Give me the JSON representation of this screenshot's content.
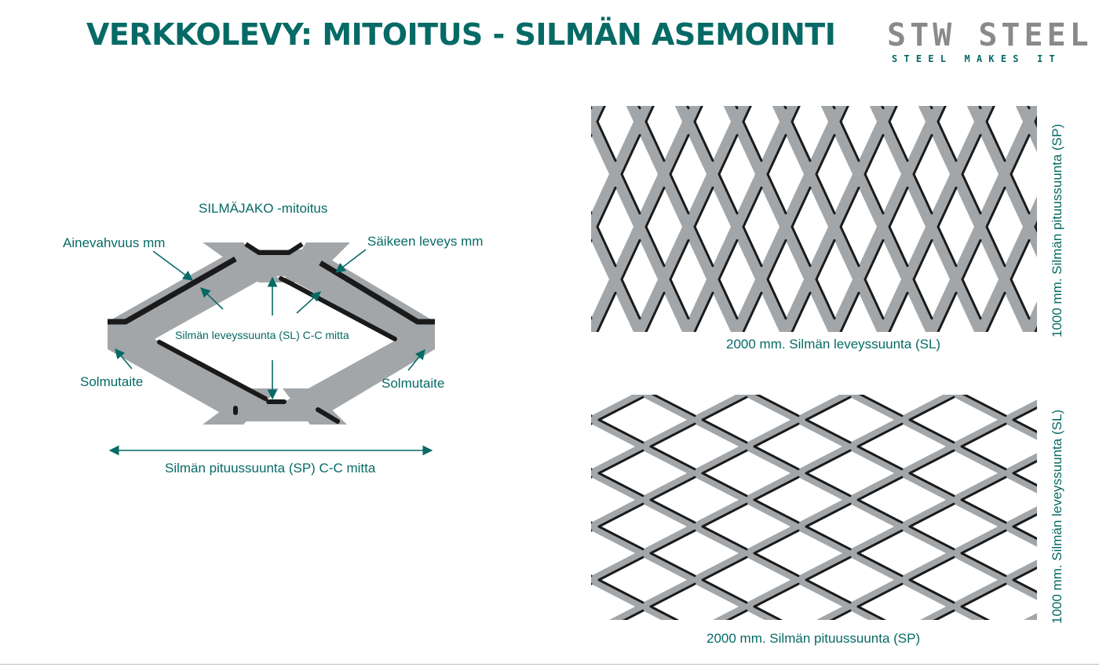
{
  "header": {
    "title": "VERKKOLEVY: MITOITUS - SILMÄN ASEMOINTI",
    "logo_main": "STW STEEL",
    "logo_sub": "STEEL MAKES IT"
  },
  "diagram": {
    "heading": "SILMÄJAKO -mitoitus",
    "label_thickness": "Ainevahvuus mm",
    "label_strand_width": "Säikeen leveys mm",
    "label_sl_center": "Silmän leveyssuunta (SL) C-C mitta",
    "label_node_left": "Solmutaite",
    "label_node_right": "Solmutaite",
    "label_sp": "Silmän pituussuunta (SP) C-C mitta"
  },
  "panel_top": {
    "bottom_label": "2000 mm. Silmän leveyssuunta (SL)",
    "side_label": "1000 mm. Silmän pituussuunta (SP)"
  },
  "panel_bottom": {
    "bottom_label": "2000 mm. Silmän pituussuunta (SP)",
    "side_label": "1000 mm. Silmän leveyssuunta (SL)"
  },
  "colors": {
    "accent": "#066a66",
    "metal": "#a3a6a9",
    "edge": "#1a1a1a",
    "logo": "#8a8a8a"
  }
}
